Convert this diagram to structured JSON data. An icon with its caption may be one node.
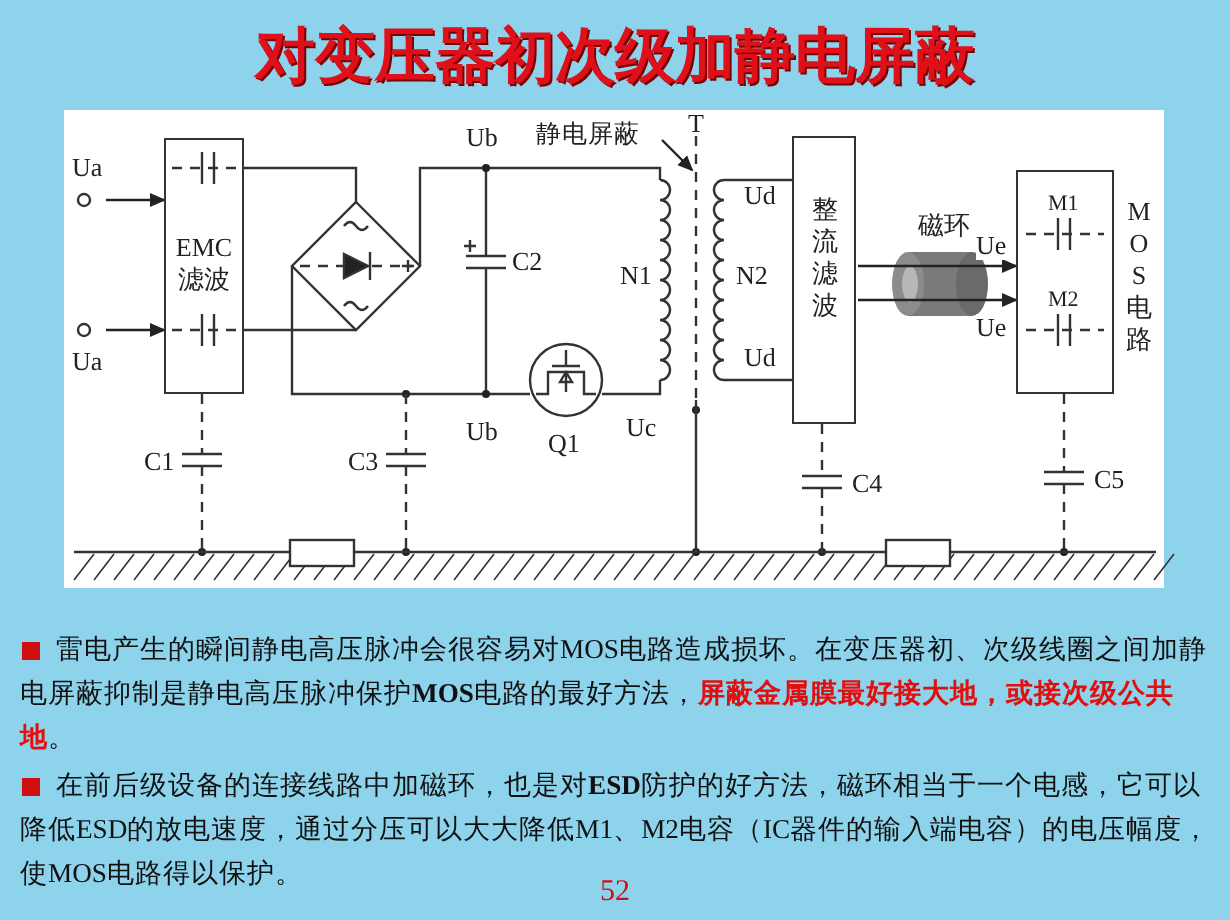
{
  "diagram": {
    "title": "对变压器初次级加静电屏蔽",
    "nodes": [
      {
        "text": [
          "EMC 滤波"
        ]
      },
      {
        "text": [
          "整流滤波"
        ]
      },
      {
        "text": [
          "M1",
          "M2"
        ],
        "beside": [
          "MOS电路"
        ]
      },
      {
        "text": [
          "静电屏蔽"
        ]
      },
      {
        "text": [
          "Ua"
        ]
      },
      {
        "text": [
          "Ua"
        ]
      }
    ],
    "edges": [
      {
        "from": 4,
        "to": 0,
        "arrow": "to"
      },
      {
        "from": 5,
        "to": 0,
        "arrow": "to"
      },
      {
        "from": 1,
        "to": 2,
        "arrow": "to",
        "label": "Ue"
      },
      {
        "from": 1,
        "to": 2,
        "arrow": "to",
        "label": "Ue"
      },
      {
        "from": 3,
        "to": null,
        "arrow": "to"
      }
    ],
    "labels": [
      "Ub",
      "T",
      "N1",
      "N2",
      "Ud",
      "磁环",
      "C2",
      "Ud",
      "Ub",
      "Q1",
      "Uc",
      "C1",
      "C3",
      "C4",
      "C5",
      "雷电产生的瞬间静电高压脉冲会很容易对MOS电路造成损坏。在变压器初、次级线圈之间加静电屏蔽抑制是静电高压脉冲保护**MOS**电路的最好方法，**屏蔽金属膜最好接大地，或接次级公共地**。",
      "在前后级设备的连接线路中加磁环，也是对**ESD**防护的好方法，磁环相当于一个电感，它可以降低ESD的放电速度，通过分压可以大大降低M1、M2电容（IC器件的输入端电容）的电压幅度，使MOS电路得以保护。",
      "52"
    ]
  }
}
